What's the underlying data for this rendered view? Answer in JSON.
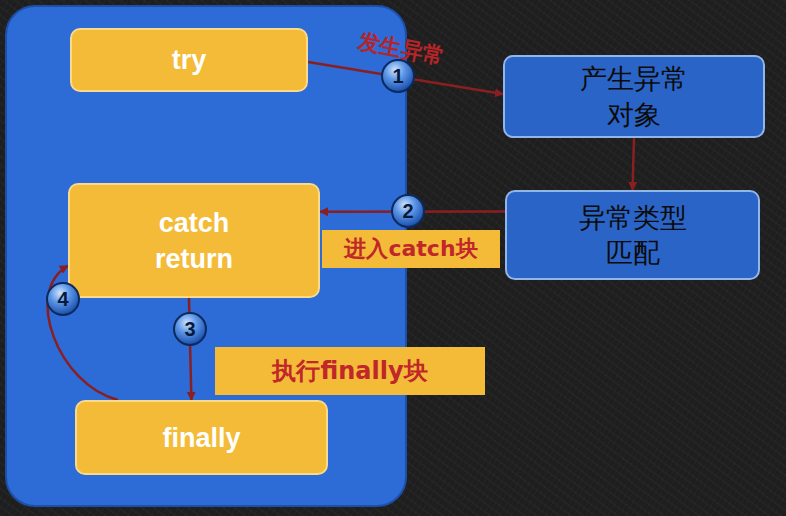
{
  "diagram": {
    "nodes": [
      {
        "text": [
          "try"
        ]
      },
      {
        "text": [
          "catch",
          "return"
        ]
      },
      {
        "text": [
          "finally"
        ]
      },
      {
        "text": [
          "产生异常 对象"
        ]
      },
      {
        "text": [
          "异常类型 匹配"
        ]
      }
    ],
    "edges": [
      {
        "from": 0,
        "to": 3,
        "arrow": "to",
        "label": "发生异常"
      },
      {
        "from": 3,
        "to": 4,
        "arrow": "to"
      },
      {
        "from": 4,
        "to": 1,
        "arrow": "to",
        "label": "进入catch块"
      },
      {
        "from": 1,
        "to": 2,
        "arrow": "to",
        "label": "执行finally块"
      },
      {
        "from": 2,
        "to": 1,
        "arrow": "to"
      }
    ],
    "labels": [
      "1",
      "2",
      "3",
      "4"
    ]
  }
}
